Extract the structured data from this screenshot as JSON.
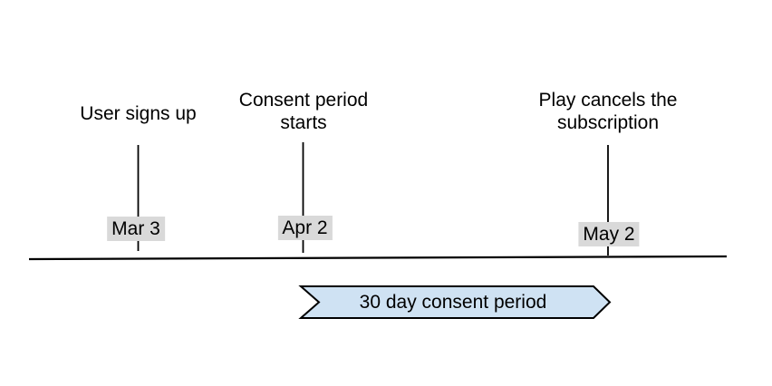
{
  "diagram": {
    "type": "timeline",
    "events": [
      {
        "label": "User signs up",
        "date": "Mar 3"
      },
      {
        "label": "Consent period starts",
        "date": "Apr 2"
      },
      {
        "label": "Play cancels the subscription",
        "date": "May 2"
      }
    ],
    "banner": {
      "label": "30 day consent period",
      "fill": "#cfe2f3",
      "border": "#000000"
    },
    "colors": {
      "date_badge_bg": "#d9d9d9",
      "line": "#000000",
      "text": "#000000",
      "background": "#ffffff"
    }
  }
}
